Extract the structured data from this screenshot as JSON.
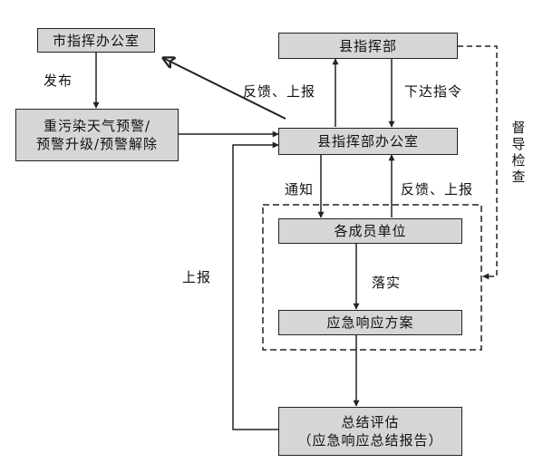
{
  "boxes": {
    "city_office": "市指挥办公室",
    "warning_line1": "重污染天气预警/",
    "warning_line2": "预警升级/预警解除",
    "county_hq": "县指挥部",
    "county_office": "县指挥部办公室",
    "members": "各成员单位",
    "plan": "应急响应方案",
    "summary_line1": "总结评估",
    "summary_line2": "（应急响应总结报告）"
  },
  "labels": {
    "publish": "发布",
    "feedback_report_top": "反馈、上报",
    "issue_order": "下达指令",
    "supervise": "督导检查",
    "notify": "通知",
    "feedback_report_mid": "反馈、上报",
    "report": "上报",
    "implement": "落实"
  },
  "colors": {
    "box_fill": "#d6d6d6",
    "line": "#222222"
  }
}
